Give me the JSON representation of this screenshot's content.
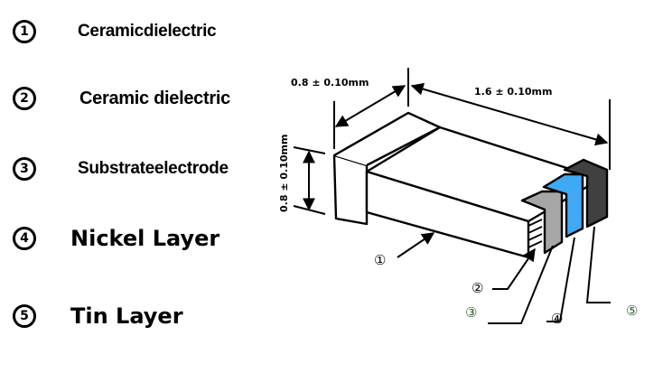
{
  "legend": [
    {
      "num": "1",
      "label": "Ceramicdielectric"
    },
    {
      "num": "2",
      "label": "Ceramic dielectric"
    },
    {
      "num": "3",
      "label": "Substrateelectrode"
    },
    {
      "num": "4",
      "label": "Nickel Layer"
    },
    {
      "num": "5",
      "label": "Tin Layer"
    }
  ],
  "dimensions": {
    "width": "0.8 ± 0.10mm",
    "length": "1.6 ± 0.10mm",
    "height": "0.8 ± 0.10mm"
  },
  "callouts": [
    "①",
    "②",
    "③",
    "④",
    "⑤"
  ],
  "colors": {
    "substrate_electrode": "#a6a6a6",
    "nickel_layer": "#3fa9f5",
    "tin_layer": "#404040",
    "callout_green": "#2e5e2e"
  }
}
